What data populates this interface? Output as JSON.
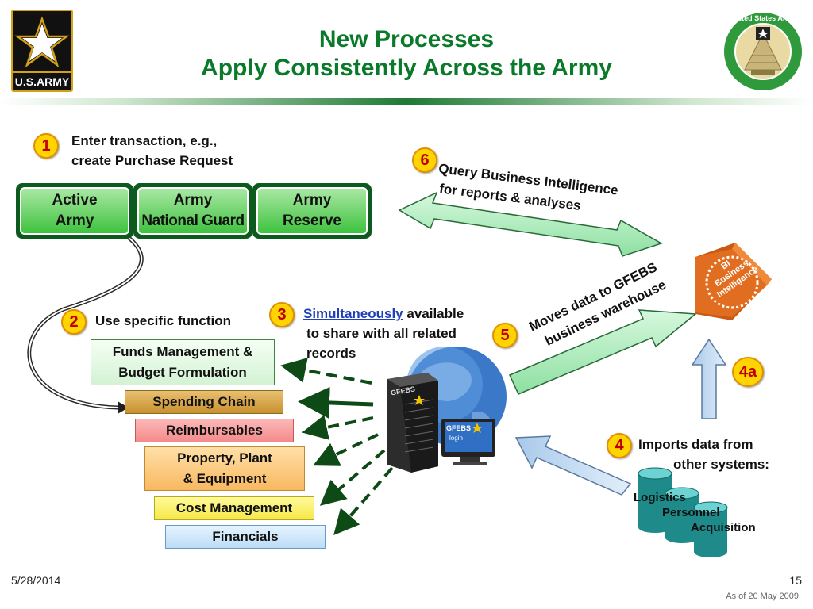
{
  "header": {
    "title_line1": "New Processes",
    "title_line2": "Apply Consistently Across the Army",
    "logo_text": "U.S.ARMY"
  },
  "steps": {
    "s1": {
      "num": "1",
      "line1": "Enter transaction, e.g.,",
      "line2": "create Purchase Request"
    },
    "s2": {
      "num": "2",
      "label": "Use specific function"
    },
    "s3": {
      "num": "3",
      "link": "Simultaneously",
      "rest1": " available",
      "line2": "to share with all related",
      "line3": "records"
    },
    "s4": {
      "num": "4",
      "line1": "Imports data from",
      "line2": "other systems:"
    },
    "s4a": {
      "num": "4a"
    },
    "s5": {
      "num": "5",
      "line1": "Moves data to GFEBS",
      "line2": "business warehouse"
    },
    "s6": {
      "num": "6",
      "line1": "Query Business Intelligence",
      "line2": "for reports & analyses"
    }
  },
  "orgs": [
    {
      "line1": "Active",
      "line2": "Army"
    },
    {
      "line1": "Army",
      "line2": "National Guard"
    },
    {
      "line1": "Army",
      "line2": "Reserve"
    }
  ],
  "functions": [
    {
      "line1": "Funds Management &",
      "line2": "Budget Formulation",
      "color": "#e6f8e6"
    },
    {
      "line1": "Spending Chain",
      "line2": "",
      "color": "#d9a441"
    },
    {
      "line1": "Reimbursables",
      "line2": "",
      "color": "#f7a3a3"
    },
    {
      "line1": "Property, Plant",
      "line2": "& Equipment",
      "color": "#fcc97a"
    },
    {
      "line1": "Cost Management",
      "line2": "",
      "color": "#fff56b"
    },
    {
      "line1": "Financials",
      "line2": "",
      "color": "#cde7fb"
    }
  ],
  "server": {
    "label": "GFEBS",
    "screen_label": "GFEBS",
    "screen_sub": "login"
  },
  "bi_box": {
    "line1": "BI",
    "line2": "Business",
    "line3": "Intelligence"
  },
  "databases": [
    "Logistics",
    "Personnel",
    "Acquisition"
  ],
  "seal_text": "United States Army",
  "footer": {
    "date": "5/28/2014",
    "page": "15",
    "as_of": "As of 20 May 2009"
  },
  "colors": {
    "title_green": "#0a7a2a",
    "arrow_green": "#a8ecb8",
    "arrow_blue": "#b8d4ef",
    "bi_orange": "#d86a1e"
  }
}
